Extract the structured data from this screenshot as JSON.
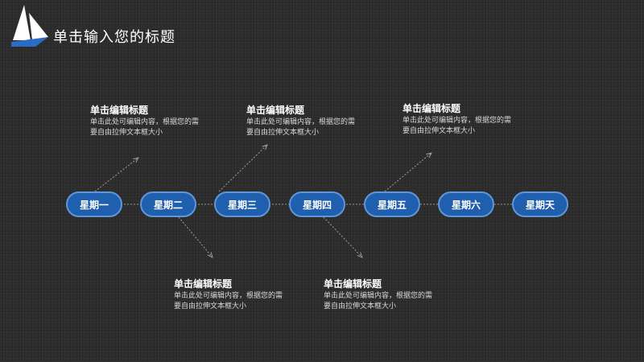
{
  "page": {
    "title": "单击输入您的标题"
  },
  "colors": {
    "background": "#2c2c2c",
    "pill_fill": "#1f5fae",
    "pill_border": "#5f97d8",
    "connector": "#9a9a9a",
    "logo_white": "#ffffff",
    "logo_blue": "#2b6cc4"
  },
  "timeline": {
    "days": [
      {
        "label": "星期一"
      },
      {
        "label": "星期二"
      },
      {
        "label": "星期三"
      },
      {
        "label": "星期四"
      },
      {
        "label": "星期五"
      },
      {
        "label": "星期六"
      },
      {
        "label": "星期天"
      }
    ]
  },
  "callouts": [
    {
      "title": "单击编辑标题",
      "line1": "单击此处可编辑内容，根据您的需",
      "line2": "要自由拉伸文本框大小"
    },
    {
      "title": "单击编辑标题",
      "line1": "单击此处可编辑内容，根据您的需",
      "line2": "要自由拉伸文本框大小"
    },
    {
      "title": "单击编辑标题",
      "line1": "单击此处可编辑内容，根据您的需",
      "line2": "要自由拉伸文本框大小"
    },
    {
      "title": "单击编辑标题",
      "line1": "单击此处可编辑内容，根据您的需",
      "line2": "要自由拉伸文本框大小"
    },
    {
      "title": "单击编辑标题",
      "line1": "单击此处可编辑内容，根据您的需",
      "line2": "要自由拉伸文本框大小"
    }
  ]
}
